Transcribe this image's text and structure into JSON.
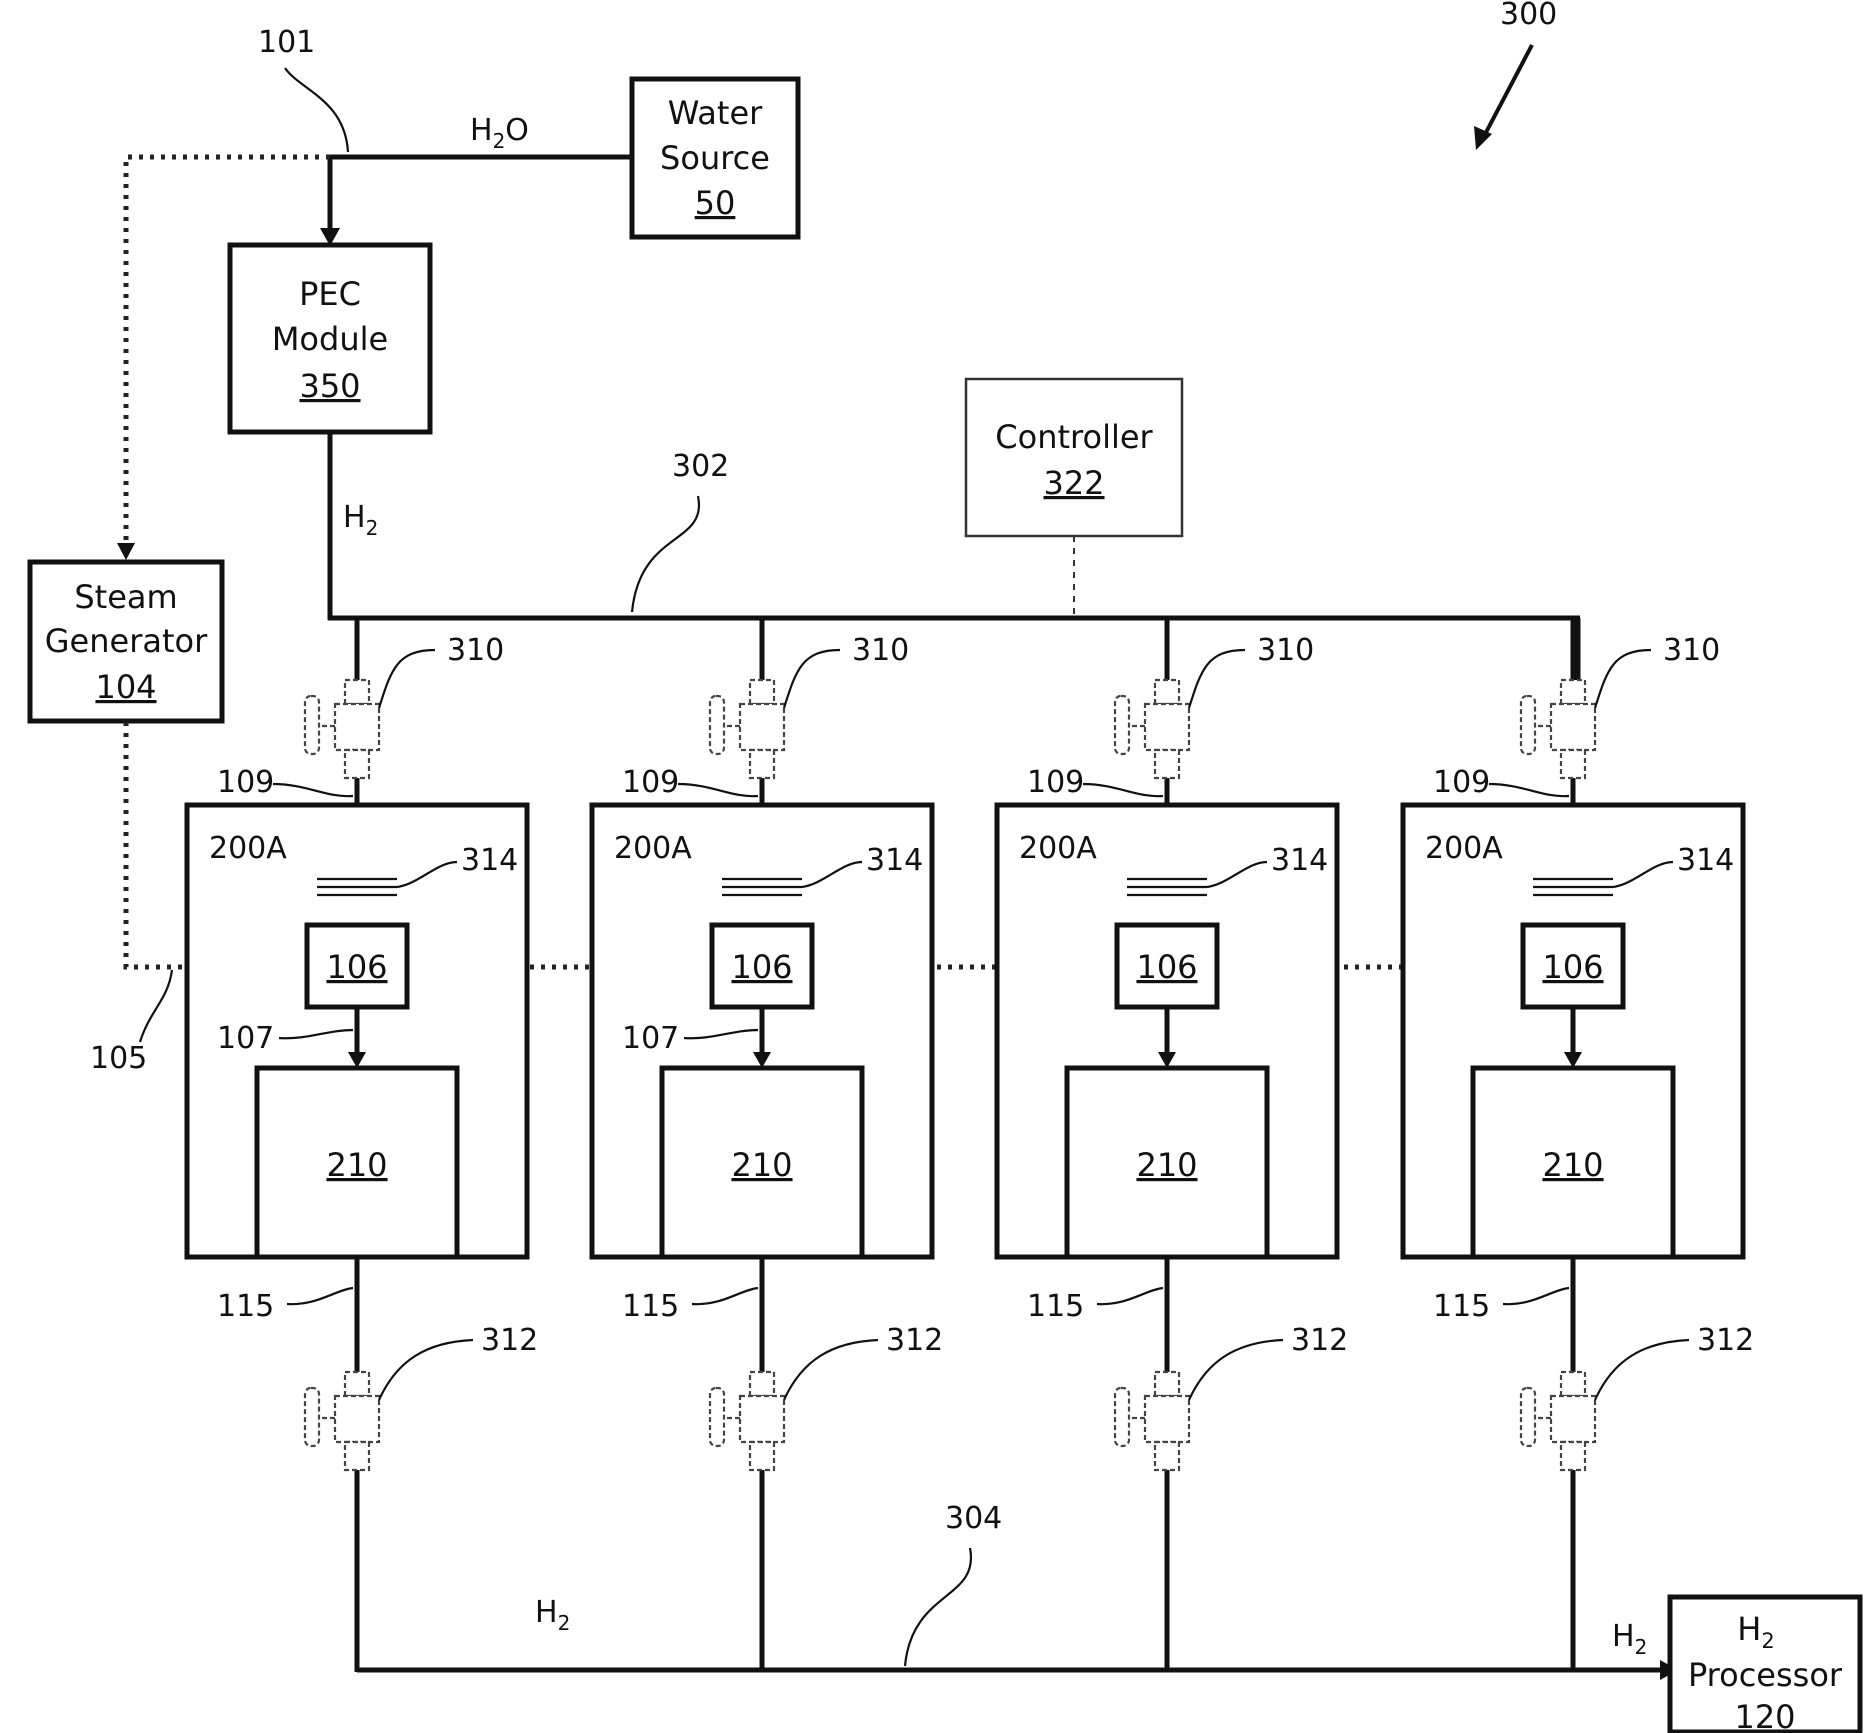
{
  "figure_ref": "300",
  "nodes": {
    "water_source": {
      "line1": "Water",
      "line2": "Source",
      "ref": "50"
    },
    "pec_module": {
      "line1": "PEC",
      "line2": "Module",
      "ref": "350"
    },
    "controller": {
      "line1": "Controller",
      "ref": "322"
    },
    "steam_generator": {
      "line1": "Steam",
      "line2": "Generator",
      "ref": "104"
    },
    "h2_processor": {
      "line1_base": "H",
      "line1_sub": "2",
      "line2": "Processor",
      "ref": "120"
    }
  },
  "flow_labels": {
    "water": {
      "base": "H",
      "sub": "2",
      "tail": "O"
    },
    "hydrogen": {
      "base": "H",
      "sub": "2"
    }
  },
  "refs": {
    "water_line": "101",
    "steam_line": "105",
    "top_manifold": "302",
    "bottom_manifold": "304"
  },
  "stacks": [
    {
      "module": "200A",
      "inlet_valve": "310",
      "inlet": "109",
      "filter": "314",
      "heater": "106",
      "feed": "107",
      "cell": "210",
      "outlet": "115",
      "outlet_valve": "312"
    },
    {
      "module": "200A",
      "inlet_valve": "310",
      "inlet": "109",
      "filter": "314",
      "heater": "106",
      "feed": "107",
      "cell": "210",
      "outlet": "115",
      "outlet_valve": "312"
    },
    {
      "module": "200A",
      "inlet_valve": "310",
      "inlet": "109",
      "filter": "314",
      "heater": "106",
      "feed": "",
      "cell": "210",
      "outlet": "115",
      "outlet_valve": "312"
    },
    {
      "module": "200A",
      "inlet_valve": "310",
      "inlet": "109",
      "filter": "314",
      "heater": "106",
      "feed": "",
      "cell": "210",
      "outlet": "115",
      "outlet_valve": "312"
    }
  ]
}
